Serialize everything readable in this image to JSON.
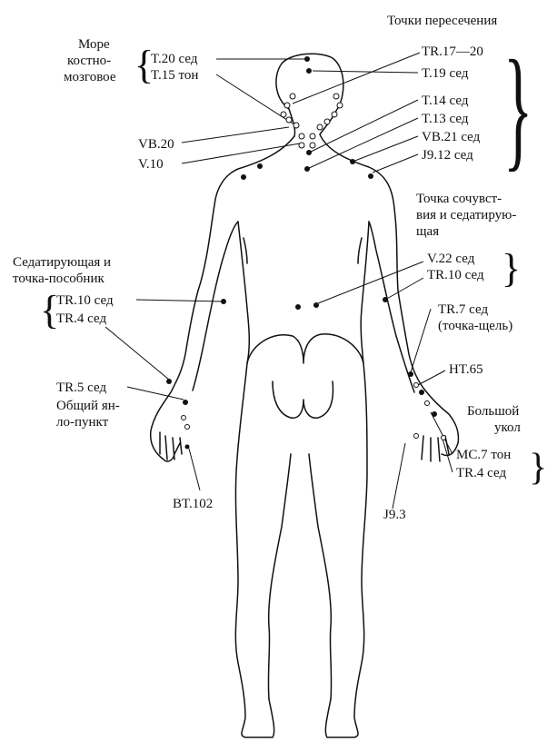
{
  "colors": {
    "ink": "#111111",
    "background": "#ffffff"
  },
  "labels": {
    "intersection_points": "Точки пересечения",
    "sea_bone_marrow_line1": "Море",
    "sea_bone_marrow_line2": "костно-",
    "sea_bone_marrow_line3": "мозговое",
    "t20": "T.20 сед",
    "t15": "T.15 тон",
    "tr17_20": "TR.17—20",
    "t19": "T.19 сед",
    "t14": "T.14 сед",
    "t13": "T.13 сед",
    "vb21": "VB.21 сед",
    "j9_12": "J9.12 сед",
    "vb20": "VB.20",
    "v10": "V.10",
    "sympathy_line1": "Точка сочувст-",
    "sympathy_line2": "вия и седатирую-",
    "sympathy_line3": "щая",
    "v22": "V.22 сед",
    "tr10_right": "TR.10 сед",
    "sedating_line1": "Седатирующая и",
    "sedating_line2": "точка-пособник",
    "tr10_left": "TR.10 сед",
    "tr4_left": "TR.4 сед",
    "tr7_line1": "TR.7 сед",
    "tr7_line2": "(точка-щель)",
    "ht65": "HT.65",
    "tr5": "TR.5 сед",
    "common_line1": "Общий ян-",
    "common_line2": "ло-пункт",
    "big_needle_line1": "Большой",
    "big_needle_line2": "укол",
    "mc7": "MC.7 тон",
    "tr4_right": "TR.4 сед",
    "bt102": "BT.102",
    "j9_3": "J9.3"
  }
}
